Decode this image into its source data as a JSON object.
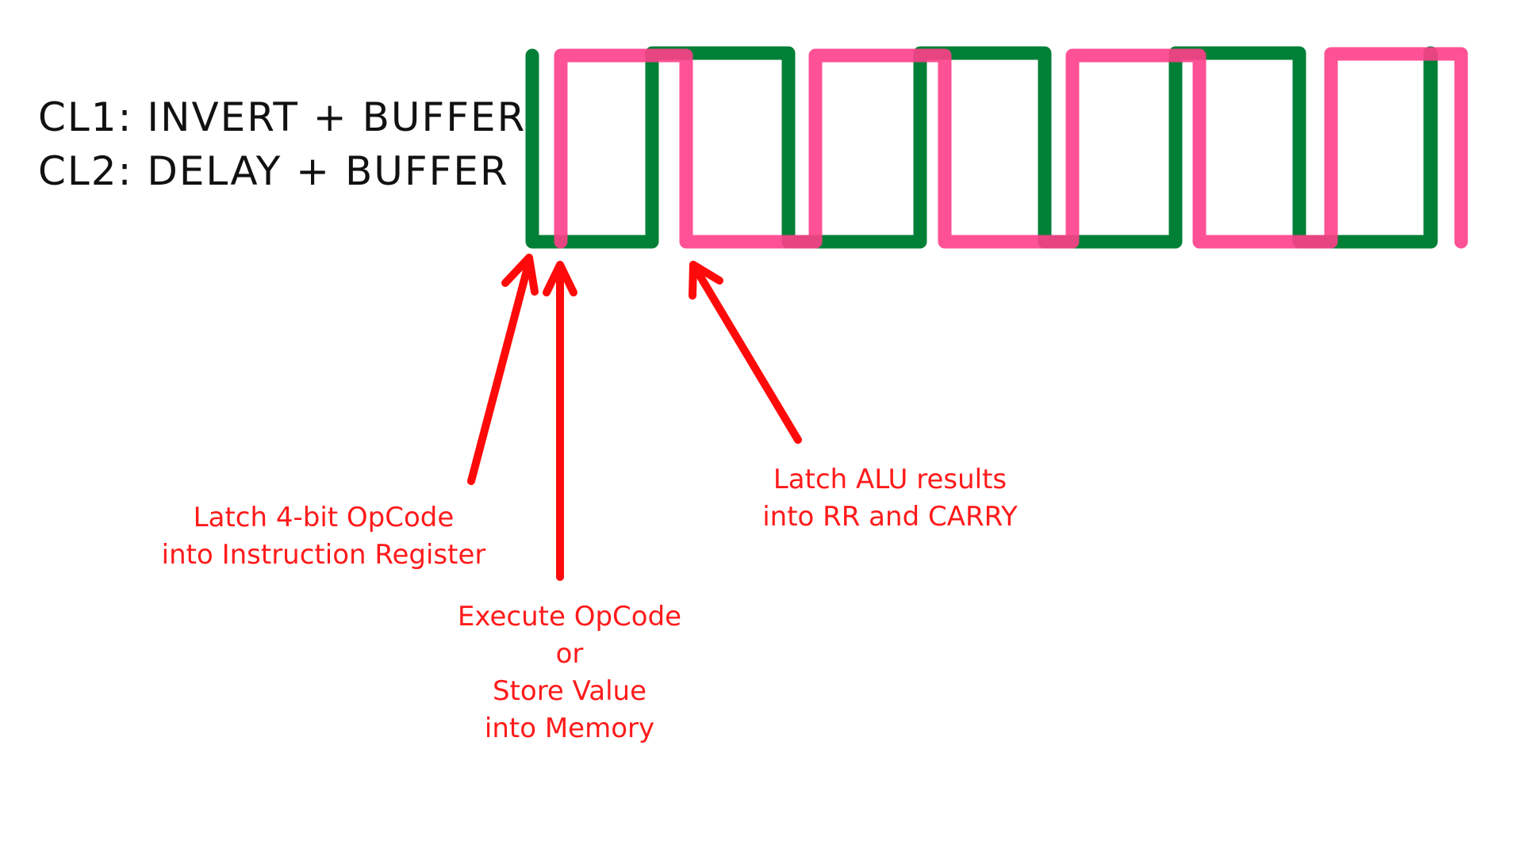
{
  "title": {
    "cl1": "CL1: INVERT + BUFFER",
    "cl2": "CL2: DELAY + BUFFER"
  },
  "signals": [
    {
      "name": "CL1",
      "color": "#008037",
      "opacity": 1.0
    },
    {
      "name": "CL2",
      "color": "#ff3e8a",
      "opacity": 0.9
    }
  ],
  "arrows": {
    "color": "#ff0a0a"
  },
  "annotations": {
    "opcode": {
      "line1": "Latch 4-bit OpCode",
      "line2": "into Instruction Register"
    },
    "execute": {
      "line1": "Execute OpCode",
      "line2": "or",
      "line3": "Store Value",
      "line4": "into Memory"
    },
    "alu": {
      "line1": "Latch ALU results",
      "line2": "into RR and CARRY"
    }
  }
}
